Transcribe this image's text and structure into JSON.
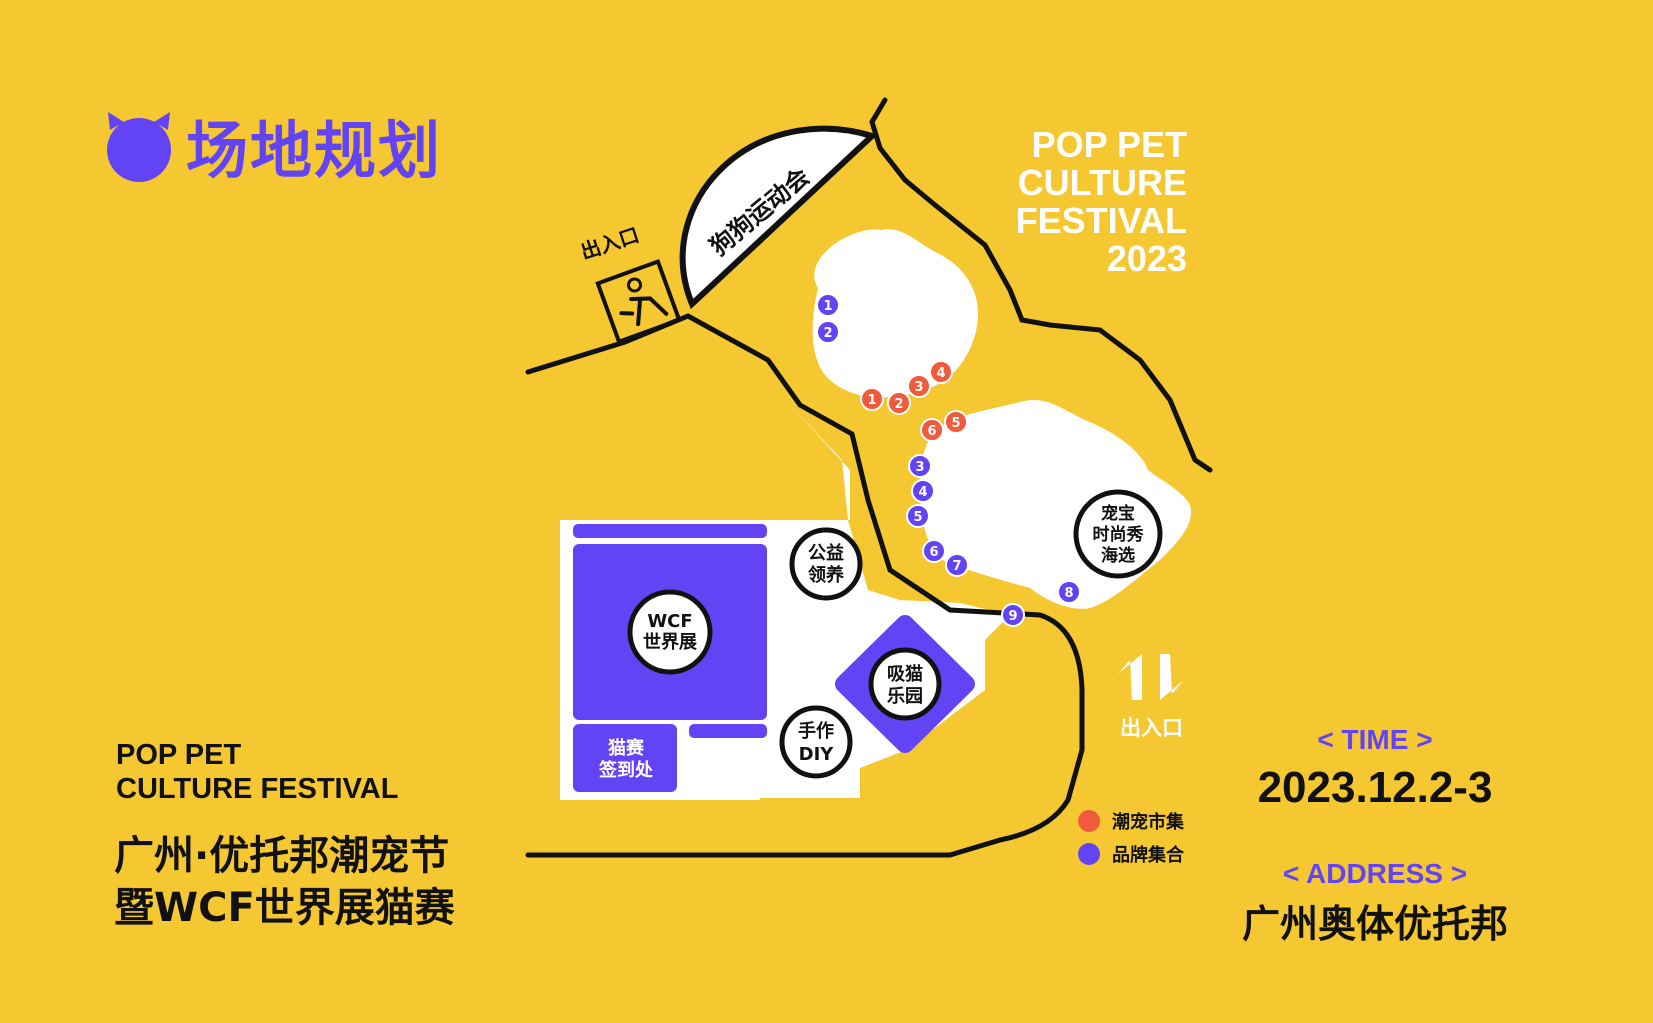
{
  "title": "场地规划",
  "poster_en": [
    "POP PET",
    "CULTURE",
    "FESTIVAL",
    "2023"
  ],
  "festival_en": [
    "POP PET",
    "CULTURE FESTIVAL"
  ],
  "festival_cn": [
    "广州·优托邦潮宠节",
    "暨WCF世界展猫赛"
  ],
  "time": {
    "label": "< TIME >",
    "value": "2023.12.2-3"
  },
  "address": {
    "label": "< ADDRESS >",
    "value": "广州奥体优托邦"
  },
  "colors": {
    "background": "#F5C832",
    "purple": "#6244F5",
    "orange": "#F15A3A",
    "white": "#FFFFFF",
    "black": "#111111"
  },
  "legend": [
    {
      "label": "潮宠市集",
      "color": "#F15A3A"
    },
    {
      "label": "品牌集合",
      "color": "#6244F5"
    }
  ],
  "map": {
    "entrance_left": "出入口",
    "entrance_right": "出入口",
    "dog_games": "狗狗运动会",
    "wcf_expo": [
      "WCF",
      "世界展"
    ],
    "cat_checkin": [
      "猫赛",
      "签到处"
    ],
    "adoption": [
      "公益",
      "领养"
    ],
    "cat_paradise": [
      "吸猫",
      "乐园"
    ],
    "diy": [
      "手作",
      "DIY"
    ],
    "fashion_show": [
      "宠宝",
      "时尚秀",
      "海选"
    ],
    "orange_markers": [
      "1",
      "2",
      "3",
      "4",
      "5",
      "6"
    ],
    "purple_markers": [
      "1",
      "2",
      "3",
      "4",
      "5",
      "6",
      "7",
      "8",
      "9"
    ]
  },
  "icons": {
    "title_badge": "cat-head-icon",
    "exit": "running-exit-icon",
    "arrows": "two-way-arrow-icon"
  }
}
